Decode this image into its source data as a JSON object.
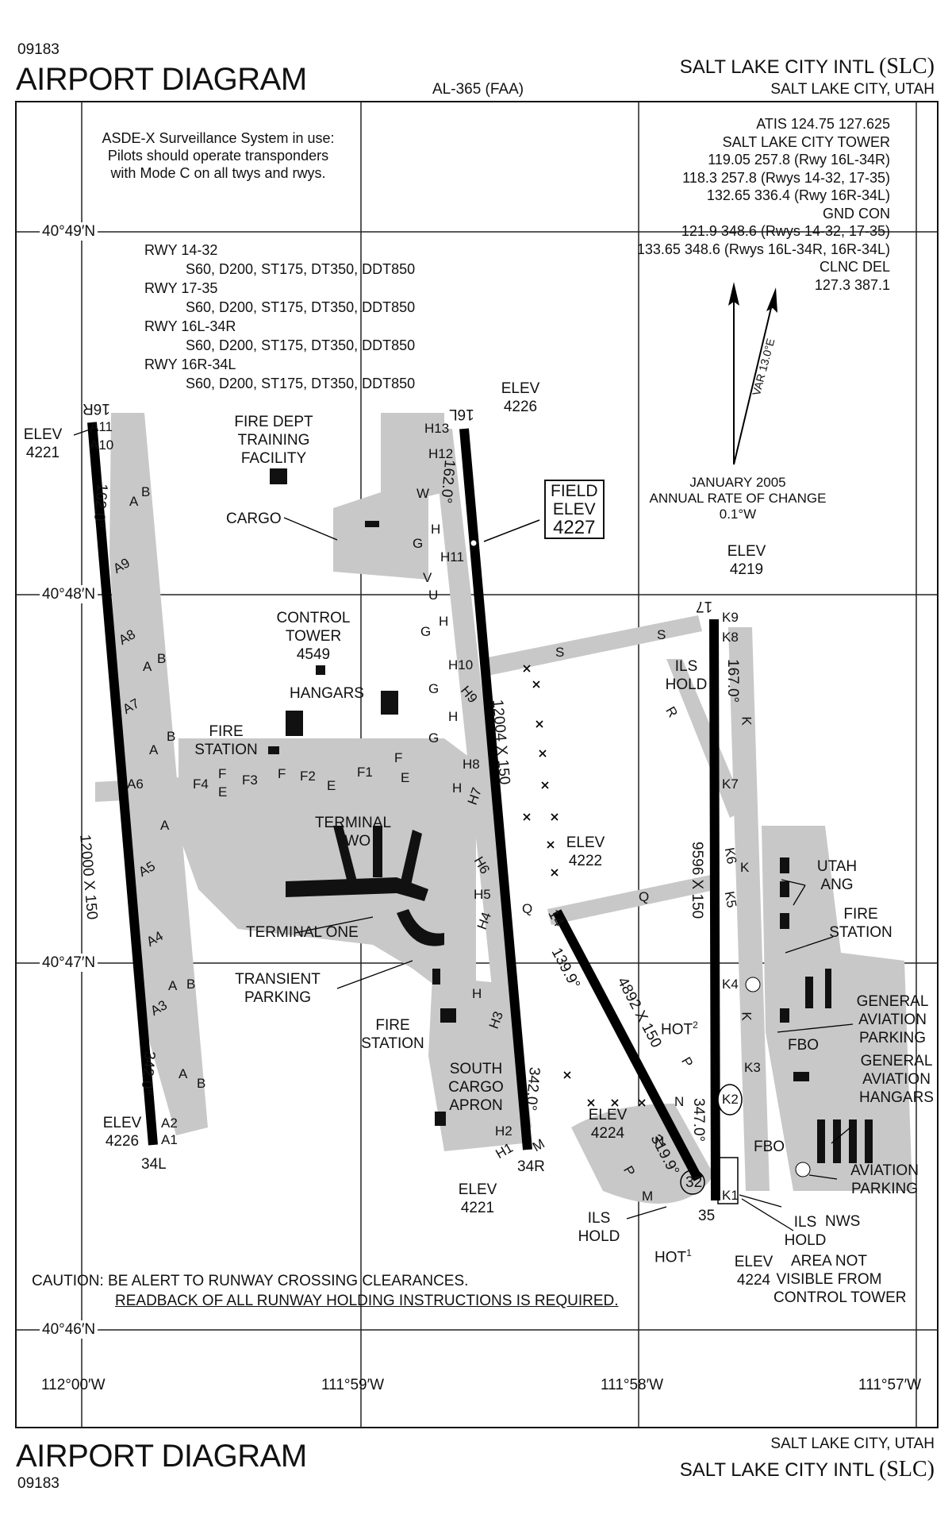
{
  "header": {
    "chart_number": "09183",
    "title": "AIRPORT DIAGRAM",
    "series": "AL-365 (FAA)",
    "airport_name": "SALT LAKE CITY INTL",
    "airport_ident": "(SLC)",
    "location": "SALT LAKE CITY, UTAH"
  },
  "footer": {
    "title": "AIRPORT DIAGRAM",
    "chart_number": "09183",
    "location": "SALT LAKE CITY, UTAH",
    "airport_name": "SALT LAKE CITY INTL",
    "airport_ident": "(SLC)"
  },
  "notes": {
    "asde_line1": "ASDE-X Surveillance System in use:",
    "asde_line2": "Pilots should operate transponders",
    "asde_line3": "with Mode C on all twys and rwys.",
    "caution_line1": "CAUTION: BE ALERT TO RUNWAY CROSSING CLEARANCES.",
    "caution_line2": "READBACK OF ALL RUNWAY HOLDING INSTRUCTIONS IS REQUIRED."
  },
  "frequencies": [
    "ATIS 124.75 127.625",
    "SALT LAKE CITY TOWER",
    "119.05 257.8 (Rwy 16L-34R)",
    "118.3 257.8 (Rwys 14-32, 17-35)",
    "132.65 336.4 (Rwy 16R-34L)",
    "GND CON",
    "121.9 348.6 (Rwys 14-32, 17-35)",
    "133.65 348.6 (Rwys 16L-34R, 16R-34L)",
    "CLNC DEL",
    "127.3 387.1"
  ],
  "weight_bearing": [
    {
      "runway": "RWY 14-32",
      "capacity": "S60, D200, ST175, DT350, DDT850"
    },
    {
      "runway": "RWY 17-35",
      "capacity": "S60, D200, ST175, DT350, DDT850"
    },
    {
      "runway": "RWY 16L-34R",
      "capacity": "S60, D200, ST175, DT350, DDT850"
    },
    {
      "runway": "RWY 16R-34L",
      "capacity": "S60, D200, ST175, DT350, DDT850"
    }
  ],
  "magnetic": {
    "variation": "VAR 13.0°E",
    "date": "JANUARY 2005",
    "rate_label": "ANNUAL RATE OF CHANGE",
    "rate": "0.1°W"
  },
  "grid": {
    "lat_labels": [
      "40°49′N",
      "40°48′N",
      "40°47′N",
      "40°46′N"
    ],
    "lon_labels": [
      "112°00′W",
      "111°59′W",
      "111°58′W",
      "111°57′W"
    ]
  },
  "field_elevation": {
    "l1": "FIELD",
    "l2": "ELEV",
    "l3": "4227"
  },
  "runways": [
    {
      "end_a": "16R",
      "end_b": "34L",
      "dims": "12000 X 150",
      "hdg_a": "162.0°",
      "hdg_b": "342.0°"
    },
    {
      "end_a": "16L",
      "end_b": "34R",
      "dims": "12004 X 150",
      "hdg_a": "162.0°",
      "hdg_b": "342.0°"
    },
    {
      "end_a": "17",
      "end_b": "35",
      "dims": "9596 X 150",
      "hdg_a": "167.0°",
      "hdg_b": "347.0°"
    },
    {
      "end_a": "14",
      "end_b": "32",
      "dims": "4892 X 150",
      "hdg_a": "139.9°",
      "hdg_b": "319.9°"
    }
  ],
  "elevations": {
    "e4221_nw": "4221",
    "e4226_n": "4226",
    "e4219": "4219",
    "e4222": "4222",
    "e4226_sw": "4226",
    "e4221_s": "4221",
    "e4224_a": "4224",
    "e4224_b": "4224",
    "elev_word": "ELEV"
  },
  "facilities": {
    "fire_dept": "FIRE DEPT",
    "training": "TRAINING",
    "facility": "FACILITY",
    "cargo": "CARGO",
    "control": "CONTROL",
    "tower": "TOWER",
    "tower_elev": "4549",
    "hangars": "HANGARS",
    "fire": "FIRE",
    "station": "STATION",
    "terminal": "TERMINAL",
    "two": "TWO",
    "terminal_one": "TERMINAL ONE",
    "transient": "TRANSIENT",
    "parking": "PARKING",
    "south": "SOUTH",
    "apron": "APRON",
    "utah": "UTAH",
    "ang": "ANG",
    "general": "GENERAL",
    "aviation": "AVIATION",
    "ga_hangars": "HANGARS",
    "fbo": "FBO",
    "ils": "ILS",
    "hold": "HOLD",
    "hot": "HOT",
    "hot1": "1",
    "hot2": "2",
    "nws": "NWS",
    "area_not": "AREA NOT",
    "visible_from": "VISIBLE FROM",
    "control_tower": "CONTROL TOWER"
  },
  "taxiways": {
    "A": "A",
    "B": "B",
    "E": "E",
    "F": "F",
    "G": "G",
    "H": "H",
    "K": "K",
    "M": "M",
    "N": "N",
    "P": "P",
    "Q": "Q",
    "R": "R",
    "S": "S",
    "U": "U",
    "V": "V",
    "W": "W",
    "A1": "A1",
    "A2": "A2",
    "A3": "A3",
    "A4": "A4",
    "A5": "A5",
    "A6": "A6",
    "A7": "A7",
    "A8": "A8",
    "A9": "A9",
    "A10": "A10",
    "A11": "A11",
    "F1": "F1",
    "F2": "F2",
    "F3": "F3",
    "F4": "F4",
    "H1": "H1",
    "H2": "H2",
    "H3": "H3",
    "H4": "H4",
    "H5": "H5",
    "H6": "H6",
    "H7": "H7",
    "H8": "H8",
    "H9": "H9",
    "H10": "H10",
    "H11": "H11",
    "H12": "H12",
    "H13": "H13",
    "K1": "K1",
    "K2": "K2",
    "K3": "K3",
    "K4": "K4",
    "K5": "K5",
    "K6": "K6",
    "K7": "K7",
    "K8": "K8",
    "K9": "K9"
  }
}
